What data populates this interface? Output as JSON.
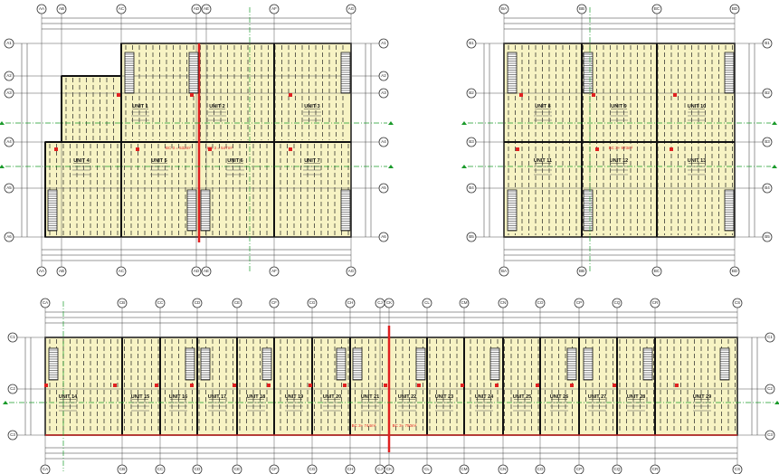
{
  "plans": [
    {
      "name": "building-a",
      "column_grid": [
        "AA",
        "AB",
        "AC",
        "AD",
        "AE",
        "AF",
        "AG"
      ],
      "row_grid": [
        "A1",
        "A2",
        "A3",
        "A4",
        "A5",
        "A6"
      ],
      "units": [
        "UNIT 1",
        "UNIT 2",
        "UNIT 3",
        "UNIT 4",
        "UNIT 5",
        "UNIT 6",
        "UNIT 7"
      ],
      "area_labels": [
        "BC 3 = 532m²",
        "BC 3 = 547m²"
      ]
    },
    {
      "name": "building-b",
      "column_grid": [
        "BA",
        "BB",
        "BC",
        "BD"
      ],
      "row_grid": [
        "B1",
        "B2",
        "B3",
        "B4",
        "B5"
      ],
      "units": [
        "UNIT 8",
        "UNIT 9",
        "UNIT 10",
        "UNIT 11",
        "UNIT 12",
        "UNIT 13"
      ],
      "area_labels": [
        "BC 3+ 973m²"
      ]
    },
    {
      "name": "building-c",
      "column_grid": [
        "CA",
        "CB",
        "CC",
        "CD",
        "CE",
        "CF",
        "CG",
        "CH",
        "CJ",
        "CK",
        "CL",
        "CM",
        "CN",
        "CO",
        "CP",
        "CQ",
        "CR",
        "CS"
      ],
      "row_grid": [
        "C1",
        "C2",
        "C3"
      ],
      "units": [
        "UNIT 14",
        "UNIT 15",
        "UNIT 16",
        "UNIT 17",
        "UNIT 18",
        "UNIT 19",
        "UNIT 20",
        "UNIT 21",
        "UNIT 22",
        "UNIT 23",
        "UNIT 24",
        "UNIT 25",
        "UNIT 26",
        "UNIT 27",
        "UNIT 28",
        "UNIT 29"
      ],
      "area_labels": [
        "BC 3+ 744m²",
        "BC 3+ 750m²"
      ]
    }
  ],
  "colors": {
    "floor": "#f7f3c4",
    "wall": "#111111",
    "firewall": "#e02020",
    "section": "#1a9a2a"
  }
}
